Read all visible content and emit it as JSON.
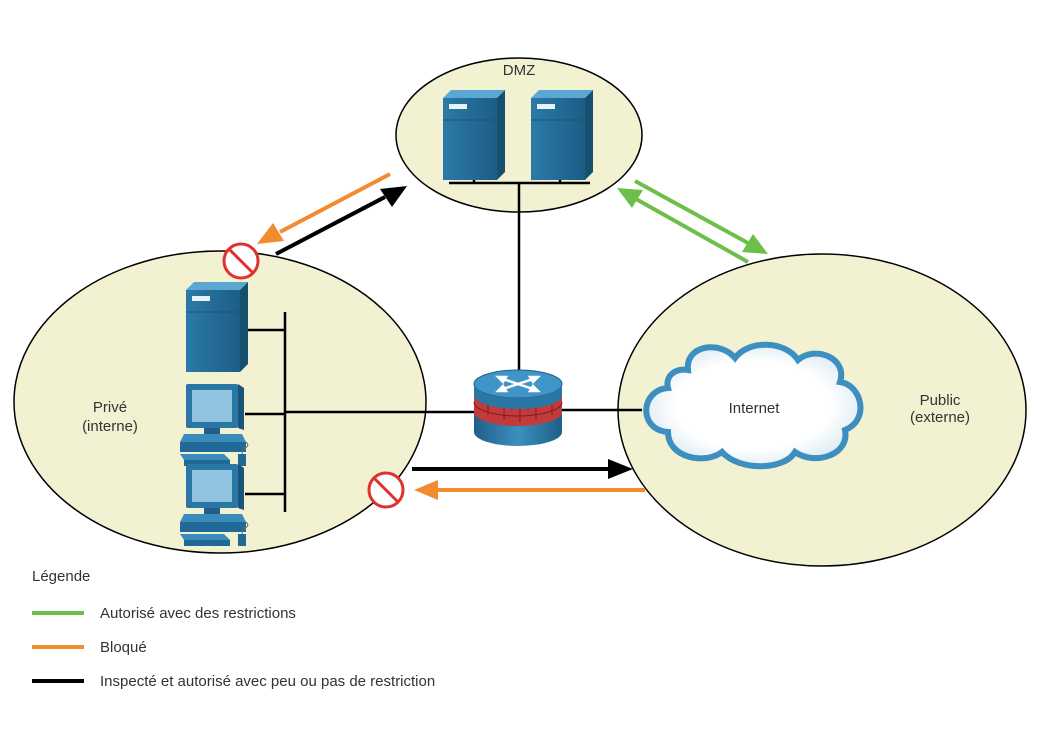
{
  "zones": {
    "dmz": "DMZ",
    "private_line1": "Privé",
    "private_line2": "(interne)",
    "public_line1": "Public",
    "public_line2": "(externe)",
    "internet": "Internet"
  },
  "legend": {
    "title": "Légende",
    "items": [
      {
        "label": "Autorisé avec des restrictions",
        "color": "#6cc04a"
      },
      {
        "label": "Bloqué",
        "color": "#f28a2e"
      },
      {
        "label": "Inspecté et autorisé avec peu ou pas de restriction",
        "color": "#000000"
      }
    ]
  },
  "colors": {
    "zone_fill": "#f2f2d2",
    "device_blue": "#2e79a6",
    "blocked_sign": "#e03131"
  },
  "icons": [
    "server-icon",
    "workstation-icon",
    "firewall-router-icon",
    "cloud-icon",
    "blocked-icon",
    "arrow-icon"
  ]
}
